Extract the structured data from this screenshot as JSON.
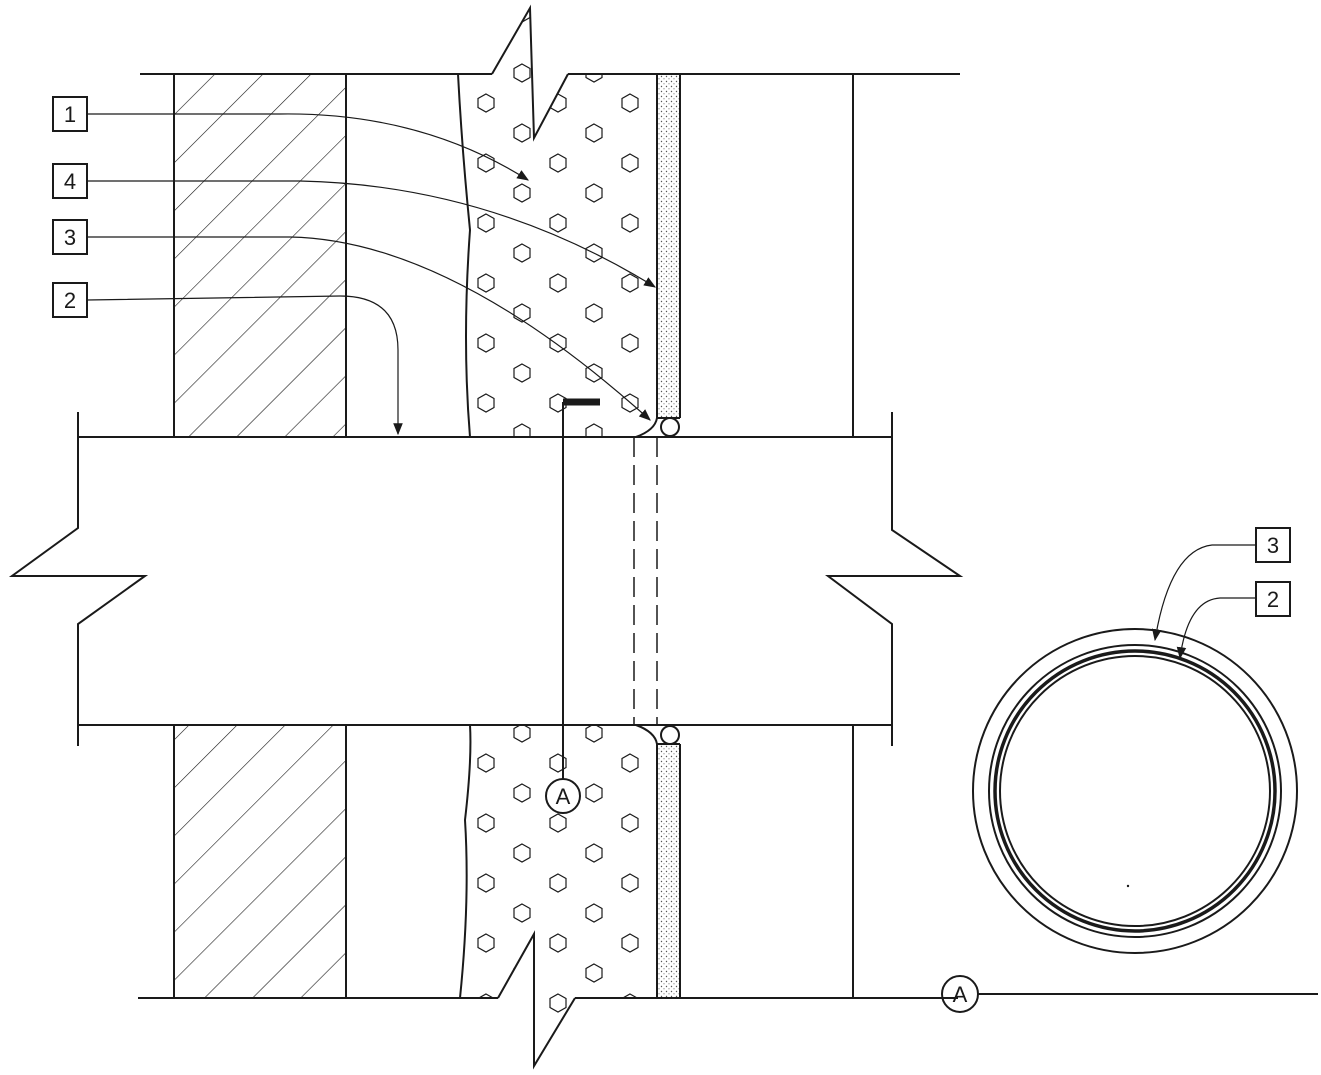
{
  "callouts": {
    "c1": "1",
    "c4": "4",
    "c3": "3",
    "c2": "2",
    "d3": "3",
    "d2": "2"
  },
  "section_marker": {
    "label": "A",
    "detail_label": "A"
  },
  "colors": {
    "line": "#1a1a1a",
    "background": "#ffffff"
  }
}
